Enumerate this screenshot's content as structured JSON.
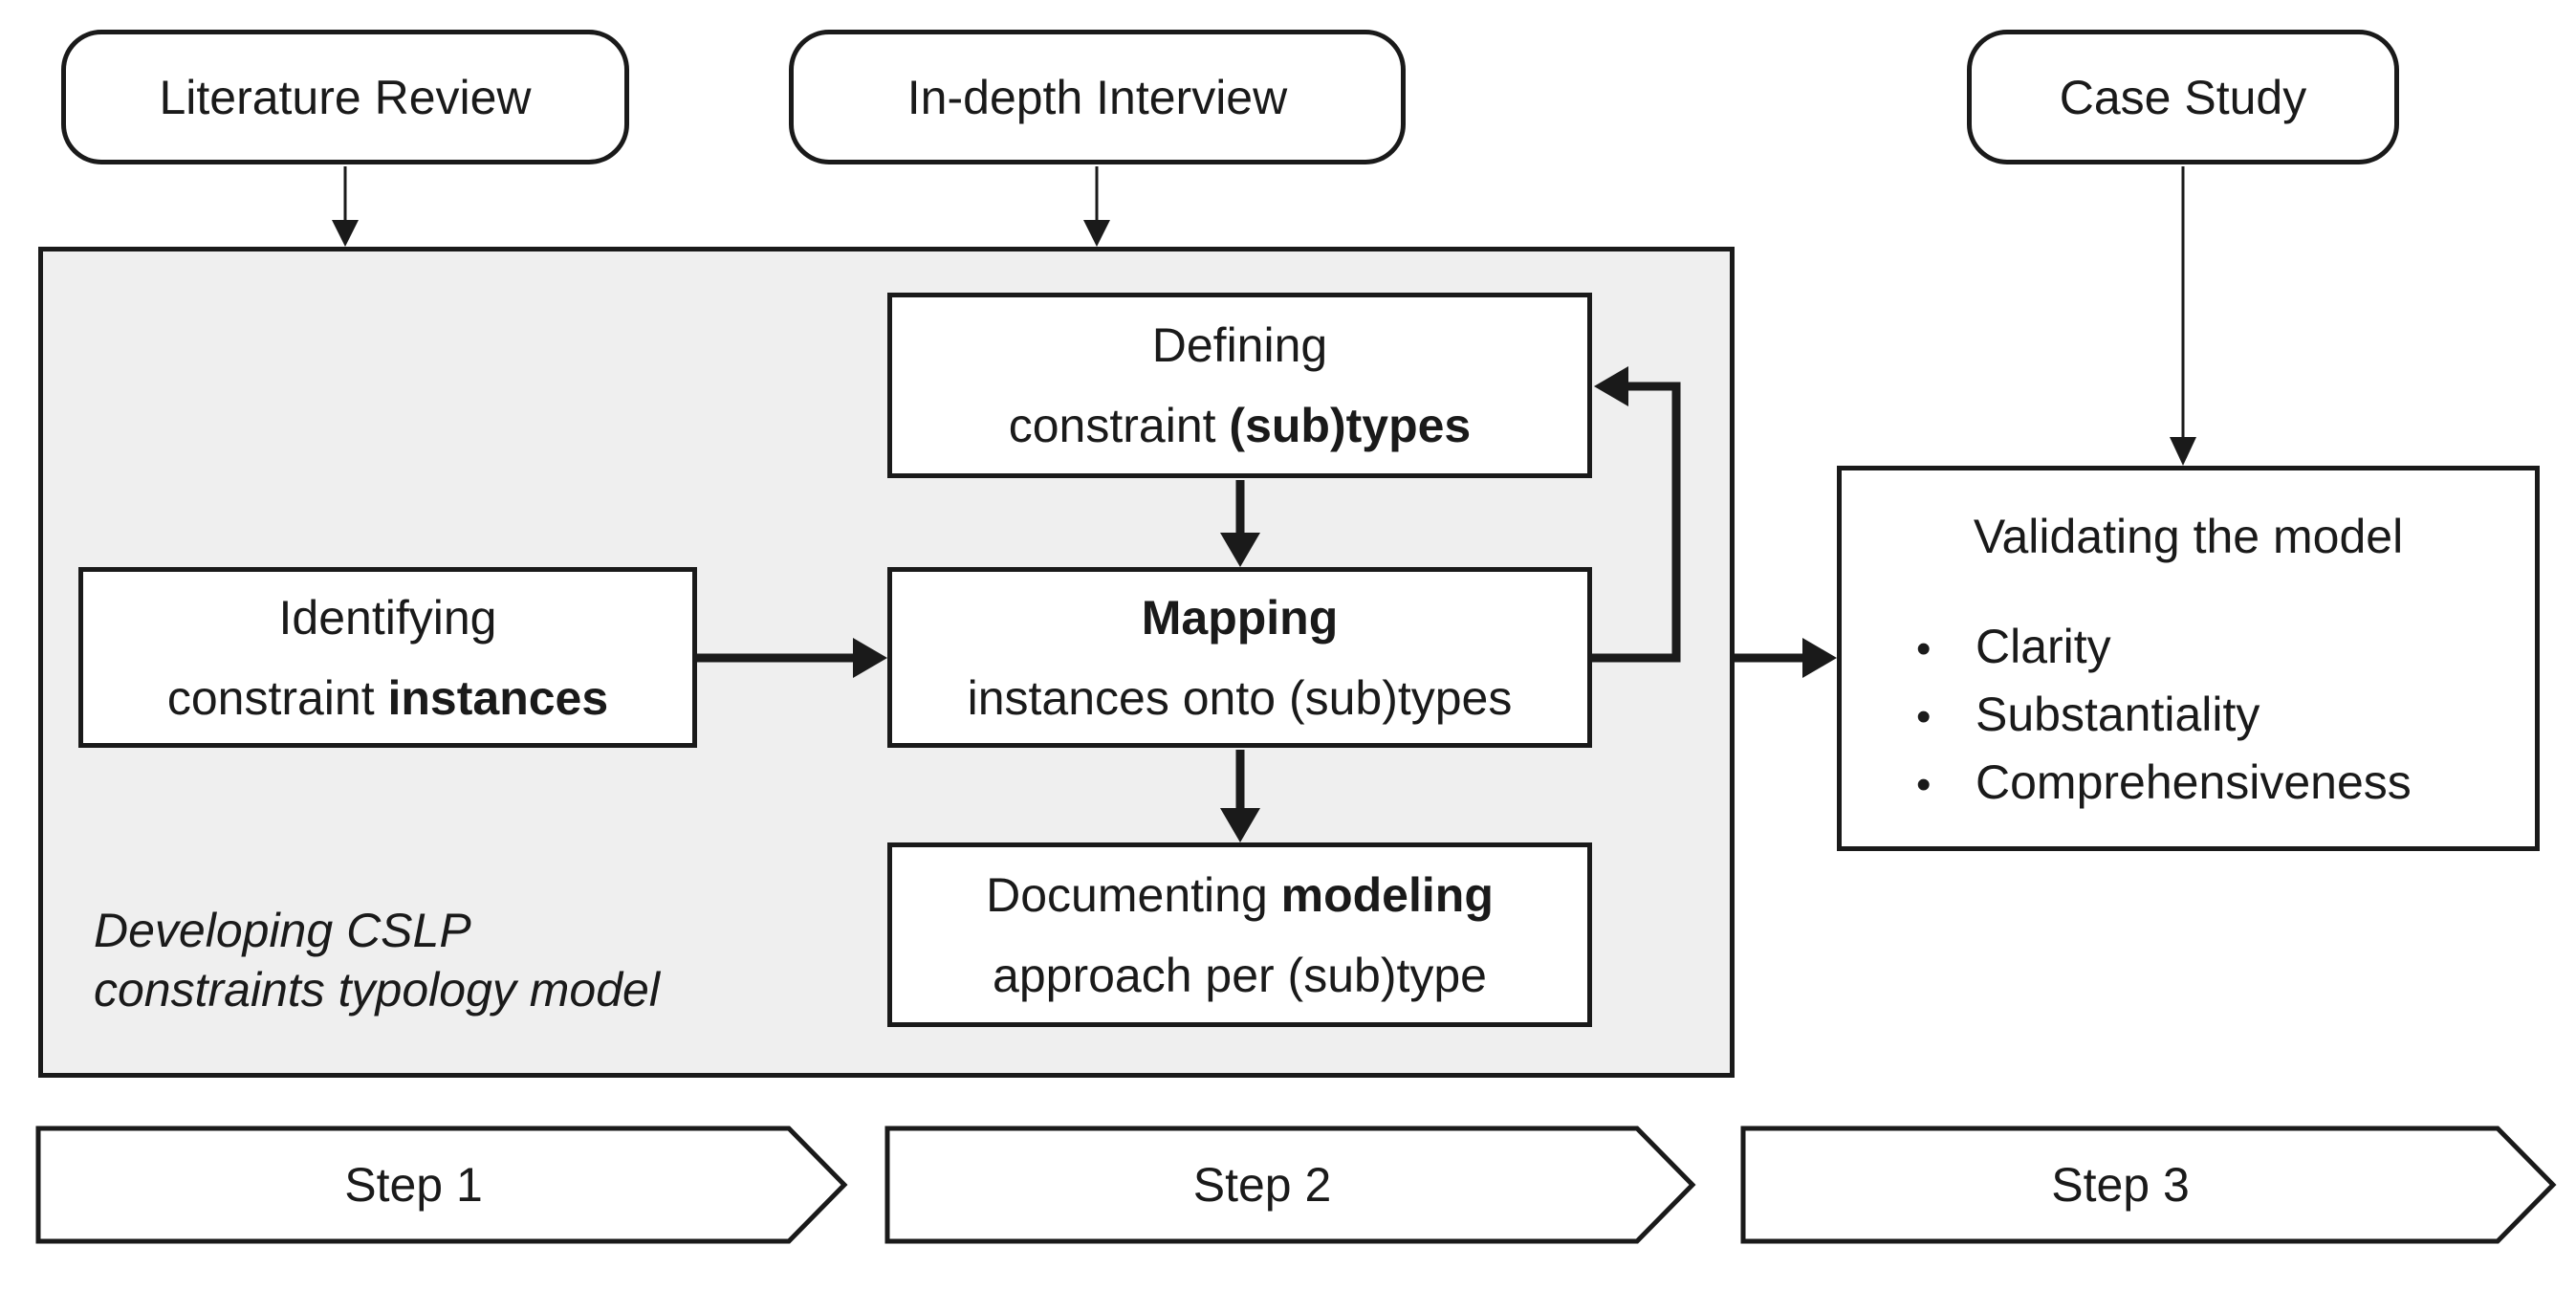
{
  "sources": [
    {
      "label": "Literature Review"
    },
    {
      "label": "In-depth Interview"
    },
    {
      "label": "Case Study"
    }
  ],
  "process": {
    "caption_line1": "Developing CSLP",
    "caption_line2": "constraints typology model",
    "defining": {
      "line1": "Defining",
      "line2a": "constraint ",
      "line2b": "(sub)types"
    },
    "identifying": {
      "line1": "Identifying",
      "line2a": "constraint ",
      "line2b": "instances"
    },
    "mapping": {
      "line1b": "Mapping",
      "line2": "instances onto (sub)types"
    },
    "documenting": {
      "line1a": "Documenting ",
      "line1b": "modeling",
      "line2": "approach per (sub)type"
    }
  },
  "validation": {
    "title": "Validating the model",
    "bullet_char": "•",
    "bullets": [
      "Clarity",
      "Substantiality",
      "Comprehensiveness"
    ]
  },
  "steps": [
    {
      "label": "Step 1"
    },
    {
      "label": "Step 2"
    },
    {
      "label": "Step 3"
    }
  ],
  "colors": {
    "line": "#1a1a1a",
    "container_fill": "#efefef",
    "box_fill": "#ffffff",
    "background": "#ffffff"
  }
}
